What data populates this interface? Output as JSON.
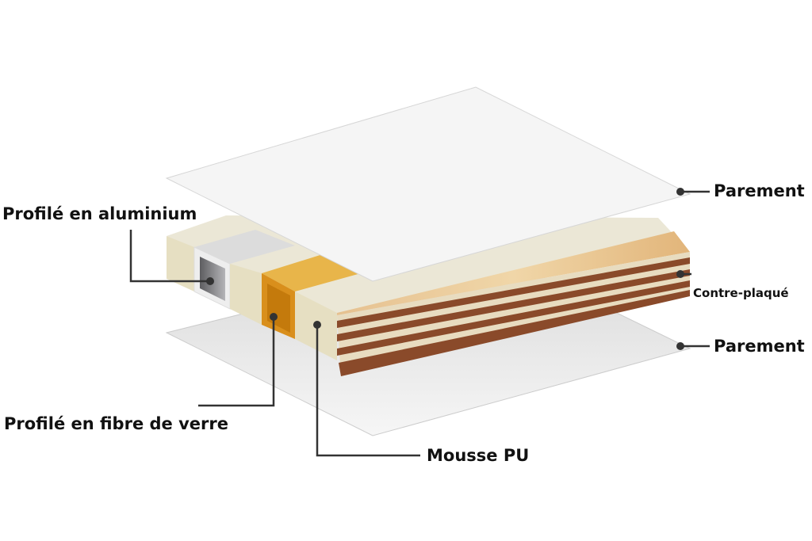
{
  "labels": {
    "parement_top": "Parement",
    "aluminium": "Profilé en aluminium",
    "contreplaque": "Contre-plaqué",
    "parement_bottom": "Parement",
    "fibre": "Profilé en fibre de verre",
    "mousse": "Mousse PU"
  },
  "colors": {
    "foam": "#e9e4cf",
    "aluminium": "#8a8a8c",
    "fiberglass": "#e3a531",
    "plywood_top": "#e8c995",
    "plywood_dark": "#8a4a2a",
    "sheet": "#f4f4f4",
    "leader": "#333333"
  }
}
